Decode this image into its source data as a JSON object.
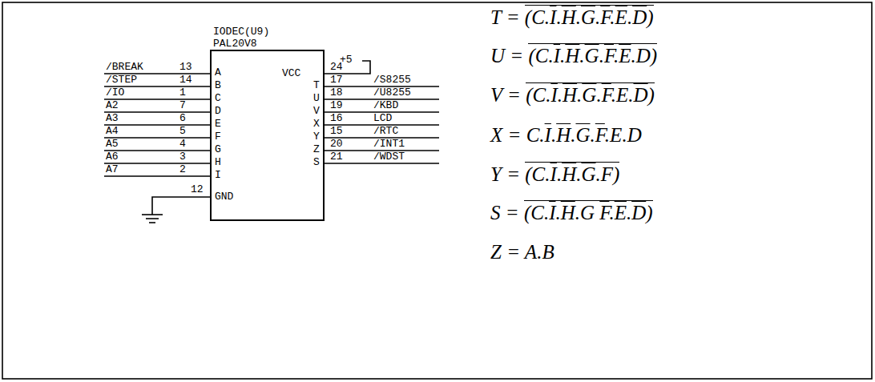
{
  "diagram": {
    "nodes": [
      {
        "text": [
          "IODEC(U9) PAL20V8"
        ]
      }
    ],
    "labels": [
      "/BREAK",
      "13",
      "/STEP",
      "14",
      "/IO",
      "1",
      "A2",
      "7",
      "A3",
      "6",
      "A4",
      "5",
      "A5",
      "4",
      "A6",
      "3",
      "A7",
      "2",
      "A",
      "B",
      "C",
      "D",
      "E",
      "F",
      "G",
      "H",
      "I",
      "VCC",
      "T",
      "U",
      "V",
      "X",
      "Y",
      "Z",
      "S",
      "24",
      "+5",
      "17",
      "/S8255",
      "18",
      "/U8255",
      "19",
      "/KBD",
      "16",
      "LCD",
      "15",
      "/RTC",
      "20",
      "/INT1",
      "21",
      "/WDST",
      "12",
      "GND",
      "T = (C.I.H.G.F.E.D)",
      "U = (C.I.H.G.F.E.D)",
      "V = (C.I.H.G.F.E.D)",
      "X = C.I.H.G.F.E.D",
      "Y = (C.I.H.G.F)",
      "S = (C.I.H.G F.E.D)",
      "Z = A.B"
    ]
  }
}
